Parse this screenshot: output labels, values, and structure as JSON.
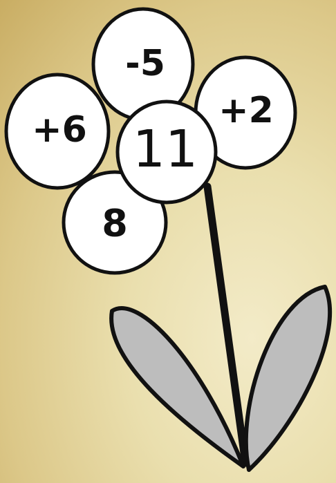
{
  "flower": {
    "center": "11",
    "petals": {
      "top": "-5",
      "right": "+2",
      "left": "+6",
      "bottom": "8"
    }
  },
  "colors": {
    "petal_fill": "#ffffff",
    "outline": "#111111",
    "leaf_fill": "#bdbdbd"
  }
}
